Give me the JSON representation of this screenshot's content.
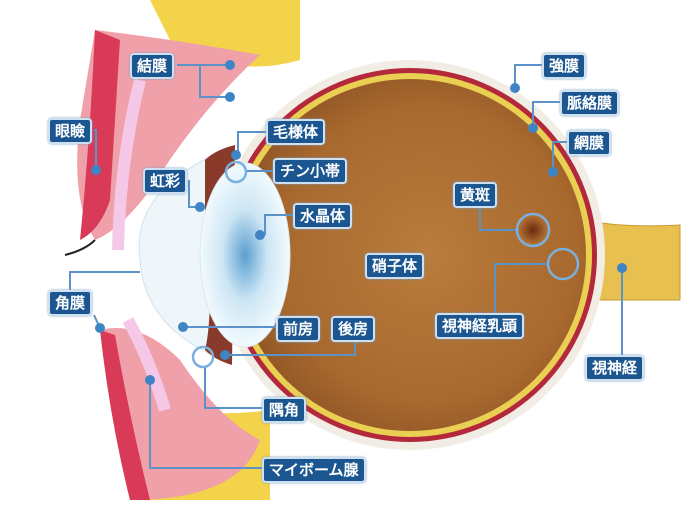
{
  "title": "眼球の構造",
  "labels": {
    "conjunctiva": "結膜",
    "eyelid": "眼瞼",
    "iris": "虹彩",
    "cornea": "角膜",
    "ciliary_body": "毛様体",
    "zonule": "チン小帯",
    "lens": "水晶体",
    "vitreous": "硝子体",
    "anterior_chamber": "前房",
    "posterior_chamber": "後房",
    "angle": "隅角",
    "meibomian_gland": "マイボーム腺",
    "sclera": "強膜",
    "choroid": "脈絡膜",
    "retina": "網膜",
    "macula": "黄斑",
    "optic_disc": "視神経乳頭",
    "optic_nerve": "視神経"
  },
  "colors": {
    "label_bg": "#1b5690",
    "leader": "#5b93c9",
    "globe": "#b86a2a"
  }
}
